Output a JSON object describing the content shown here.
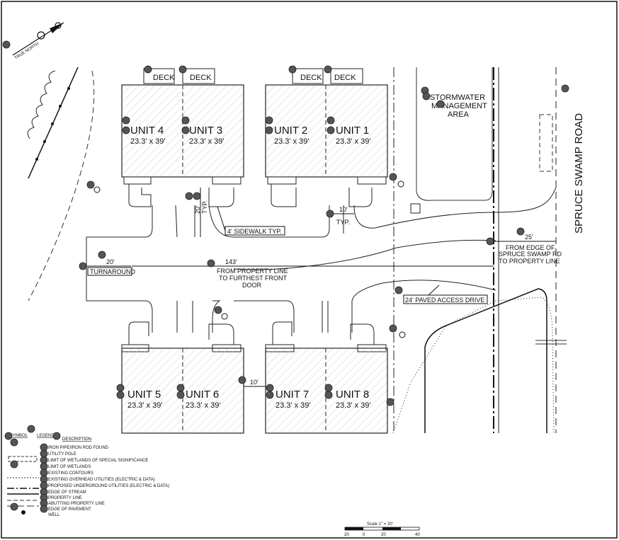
{
  "units": [
    {
      "label": "UNIT 4",
      "size": "23.3' x 39'"
    },
    {
      "label": "UNIT 3",
      "size": "23.3' x 39'"
    },
    {
      "label": "UNIT 2",
      "size": "23.3' x 39'"
    },
    {
      "label": "UNIT 1",
      "size": "23.3' x 39'"
    },
    {
      "label": "UNIT 5",
      "size": "23.3' x 39'"
    },
    {
      "label": "UNIT 6",
      "size": "23.3' x 39'"
    },
    {
      "label": "UNIT 7",
      "size": "23.3' x 39'"
    },
    {
      "label": "UNIT 8",
      "size": "23.3' x 39'"
    }
  ],
  "deck_label": "DECK",
  "stormwater": [
    "STORMWATER",
    "MANAGEMENT",
    "AREA"
  ],
  "road_name": "SPRUCE SWAMP ROAD",
  "dims": {
    "sidebar_20": "20'",
    "typ": "TYP.",
    "sidewalk": "4' SIDEWALK TYP.",
    "ten_a": "10'",
    "ten_b": "10'",
    "twentyfive": "25'",
    "setback": [
      "FROM EDGE OF",
      "SPRUCE SWAMP RD",
      "TO PROPERTY LINE"
    ],
    "twenty_turn": "20'",
    "turnaround": "TURNAROUND",
    "d143": "143'",
    "front_door": [
      "FROM PROPERTY LINE",
      "TO FURTHEST FRONT",
      "DOOR"
    ],
    "paved_drive": "24' PAVED ACCESS DRIVE"
  },
  "north": "TRUE NORTH",
  "legend": {
    "symbol_header": "SYMBOL",
    "legend_header": "LEGEND",
    "desc_header": "DESCRIPTION",
    "items": [
      "IRON PIPE/IRON ROD FOUND",
      "UTILITY POLE",
      "LIMIT OF WETLANDS OF SPECIAL SIGNIFICANCE",
      "LIMIT OF WETLANDS",
      "EXISTING CONTOURS",
      "EXISTING OVERHEAD UTILITIES (ELECTRIC & DATA)",
      "PROPOSED UNDERGROUND UTILITIES (ELECTRIC & DATA)",
      "EDGE OF STREAM",
      "PROPERTY LINE",
      "ABUTTING PROPERTY LINE",
      "EDGE OF PAVEMENT",
      "WELL"
    ]
  },
  "scale": {
    "title": "Scale 1\" = 20'",
    "ticks": [
      "20",
      "0",
      "20",
      "40"
    ]
  }
}
